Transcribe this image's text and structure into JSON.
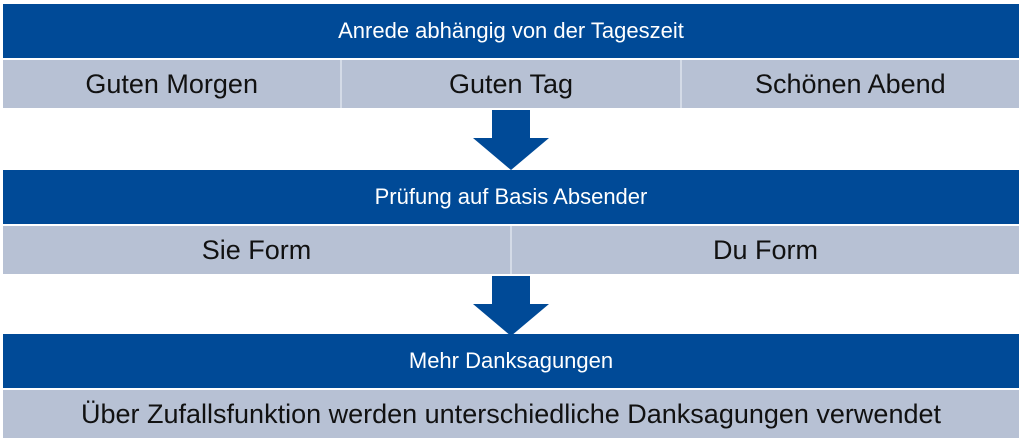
{
  "colors": {
    "header_bg": "#004a97",
    "row_bg": "#b7c1d4",
    "arrow": "#004a97"
  },
  "sections": [
    {
      "title": "Anrede abhängig von der Tageszeit",
      "items": [
        "Guten Morgen",
        "Guten Tag",
        "Schönen Abend"
      ]
    },
    {
      "title": "Prüfung auf Basis Absender",
      "items": [
        "Sie Form",
        "Du Form"
      ]
    },
    {
      "title": "Mehr Danksagungen",
      "items": [
        "Über Zufallsfunktion werden unterschiedliche Danksagungen verwendet"
      ]
    }
  ],
  "icons": [
    "arrow-down-icon",
    "arrow-down-icon"
  ]
}
